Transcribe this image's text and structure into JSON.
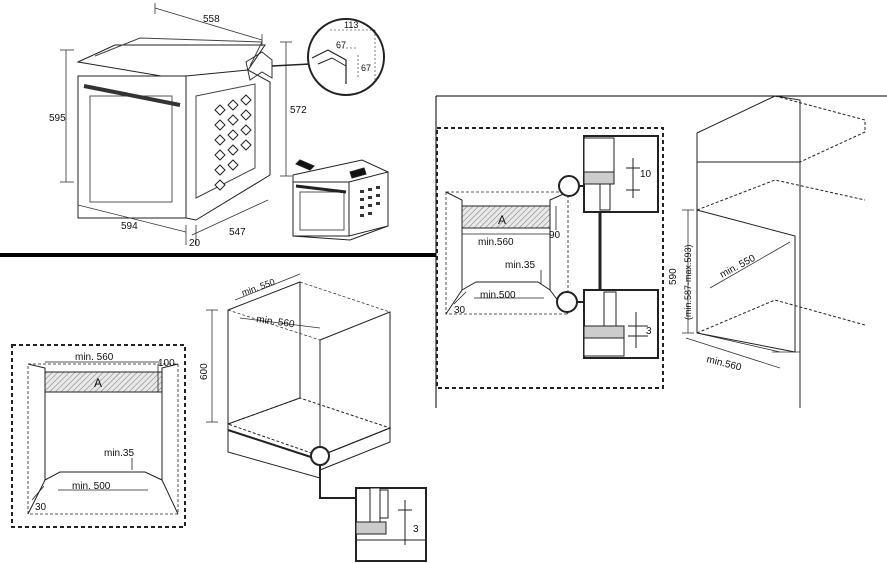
{
  "oven_top": {
    "width": "558",
    "height": "595",
    "depth_side": "572",
    "front_width": "594",
    "depth": "547",
    "door": "20"
  },
  "detail_top": {
    "outer": "113",
    "a": "67",
    "b": "67"
  },
  "cabinet_base": {
    "min_depth": "min. 550",
    "min_width": "min. 560",
    "height": "600",
    "detail_gap": "3"
  },
  "plan_left": {
    "min_width": "min. 560",
    "depth": "100",
    "label_a": "A",
    "min_35": "min.35",
    "min_500": "min. 500",
    "side": "30"
  },
  "plan_right": {
    "label_a": "A",
    "min_width": "min.560",
    "depth": "90",
    "min_35": "min.35",
    "min_500": "min.500",
    "side": "30",
    "detail_top_gap": "10",
    "detail_bottom_gap": "3"
  },
  "column": {
    "height": "590",
    "height_range": "(min.587-max.593)",
    "min_depth": "min. 550",
    "min_width": "min.560"
  }
}
